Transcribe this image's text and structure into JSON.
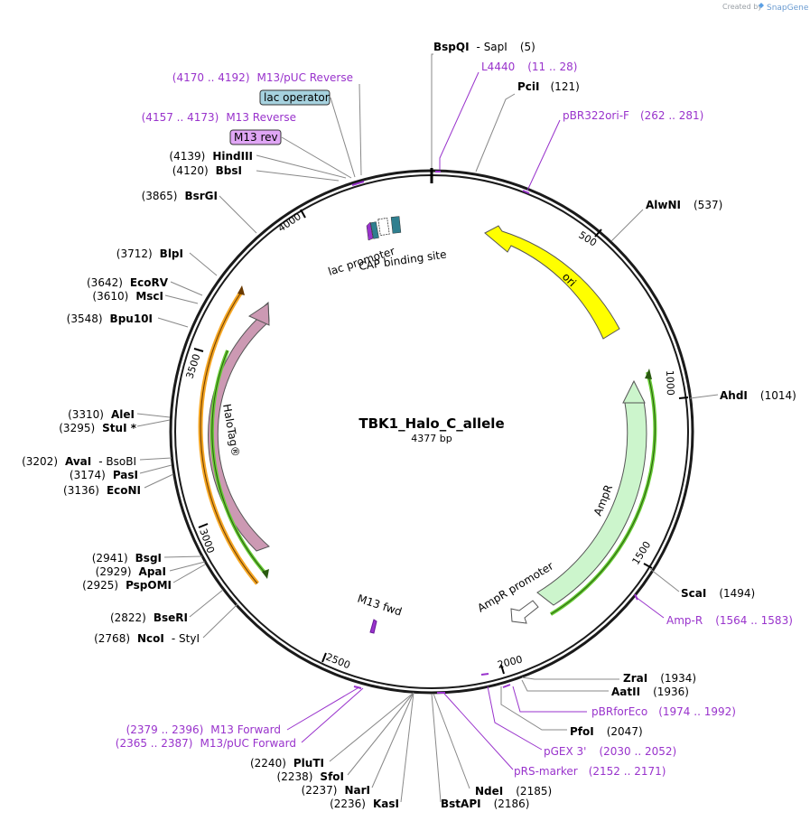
{
  "credit": {
    "prefix": "Created by",
    "brand": "SnapGene"
  },
  "plasmid": {
    "name": "TBK1_Halo_C_allele",
    "length": "4377 bp"
  },
  "ticks": [
    "500",
    "1000",
    "1500",
    "2000",
    "2500",
    "3000",
    "3500",
    "4000"
  ],
  "features": {
    "ori": "ori",
    "ampr": "AmpR",
    "ampr_promoter": "AmpR promoter",
    "halotag": "HaloTag®",
    "m13_fwd": "M13 fwd",
    "lac_promoter": "lac promoter",
    "cap_site": "CAP binding site",
    "lac_operator": "lac operator",
    "m13_rev": "M13 rev"
  },
  "sites": [
    {
      "name": "BspQI",
      "extra": "-  SapI",
      "pos": "(5)"
    },
    {
      "name": "PciI",
      "pos": "(121)"
    },
    {
      "name": "AlwNI",
      "pos": "(537)"
    },
    {
      "name": "AhdI",
      "pos": "(1014)"
    },
    {
      "name": "ScaI",
      "pos": "(1494)"
    },
    {
      "name": "ZraI",
      "pos": "(1934)"
    },
    {
      "name": "AatII",
      "pos": "(1936)"
    },
    {
      "name": "PfoI",
      "pos": "(2047)"
    },
    {
      "name": "NdeI",
      "pos": "(2185)"
    },
    {
      "name": "BstAPI",
      "pos": "(2186)"
    },
    {
      "name": "KasI",
      "pos": "(2236)"
    },
    {
      "name": "NarI",
      "pos": "(2237)"
    },
    {
      "name": "SfoI",
      "pos": "(2238)"
    },
    {
      "name": "PluTI",
      "pos": "(2240)"
    },
    {
      "name": "NcoI",
      "extra": "-  StyI",
      "pos": "(2768)"
    },
    {
      "name": "BseRI",
      "pos": "(2822)"
    },
    {
      "name": "PspOMI",
      "pos": "(2925)"
    },
    {
      "name": "ApaI",
      "pos": "(2929)"
    },
    {
      "name": "BsgI",
      "pos": "(2941)"
    },
    {
      "name": "EcoNI",
      "pos": "(3136)"
    },
    {
      "name": "PasI",
      "pos": "(3174)"
    },
    {
      "name": "AvaI",
      "extra": "-  BsoBI",
      "pos": "(3202)"
    },
    {
      "name": "StuI *",
      "pos": "(3295)"
    },
    {
      "name": "AleI",
      "pos": "(3310)"
    },
    {
      "name": "Bpu10I",
      "pos": "(3548)"
    },
    {
      "name": "MscI",
      "pos": "(3610)"
    },
    {
      "name": "EcoRV",
      "pos": "(3642)"
    },
    {
      "name": "BlpI",
      "pos": "(3712)"
    },
    {
      "name": "BsrGI",
      "pos": "(3865)"
    },
    {
      "name": "BbsI",
      "pos": "(4120)"
    },
    {
      "name": "HindIII",
      "pos": "(4139)"
    }
  ],
  "primers": [
    {
      "name": "L4440",
      "range": "(11 .. 28)"
    },
    {
      "name": "pBR322ori-F",
      "range": "(262 .. 281)"
    },
    {
      "name": "Amp-R",
      "range": "(1564 .. 1583)"
    },
    {
      "name": "pBRforEco",
      "range": "(1974 .. 1992)"
    },
    {
      "name": "pGEX 3'",
      "range": "(2030 .. 2052)"
    },
    {
      "name": "pRS-marker",
      "range": "(2152 .. 2171)"
    },
    {
      "name": "M13 Forward",
      "range": "(2379 .. 2396)"
    },
    {
      "name": "M13/pUC Forward",
      "range": "(2365 .. 2387)"
    },
    {
      "name": "M13/pUC Reverse",
      "range": "(4170 .. 4192)"
    },
    {
      "name": "M13 Reverse",
      "range": "(4157 .. 4173)"
    }
  ],
  "colors": {
    "backbone": "#1a1a1a",
    "ori": "#ffff00",
    "ampr": "#ccf5cc",
    "halotag": "#cc99b3",
    "orange_orf": "#f5a623",
    "green_orf": "#66cc33",
    "primer": "#9933cc",
    "lac_operator": "#a6d2df",
    "m13_rev": "#e0a6f5",
    "cap_site": "#2f7f8f"
  }
}
